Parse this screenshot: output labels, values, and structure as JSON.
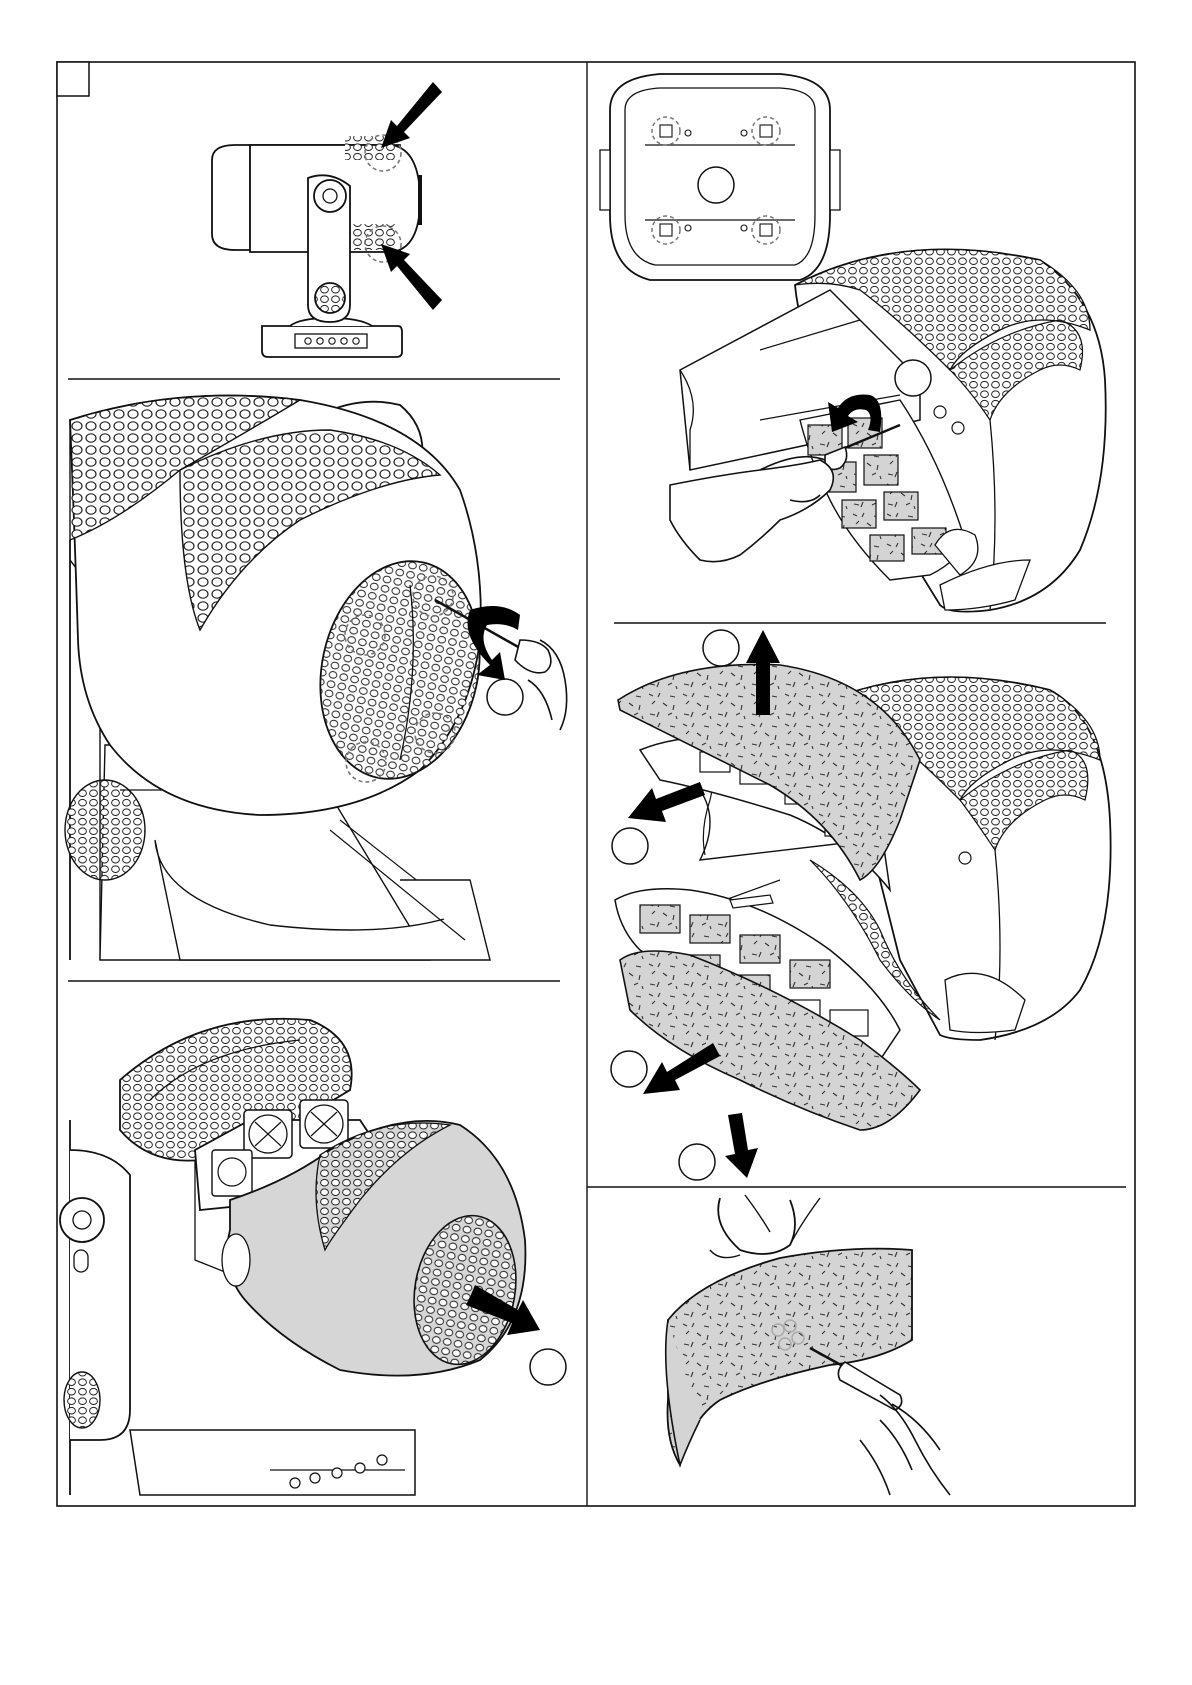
{
  "figure": {
    "corner_tab": "",
    "colors": {
      "line": "#1a1a1a",
      "filter": "#d4d4d4",
      "cover": "#d6d6d6",
      "paper": "#ffffff"
    },
    "panels": [
      {
        "id": "p1",
        "label": "",
        "icons": [
          "arrow-icon",
          "arrow-icon"
        ]
      },
      {
        "id": "p2",
        "label": "",
        "icons": [
          "screwdriver-icon"
        ]
      },
      {
        "id": "p3",
        "label": "",
        "icons": [
          "arrow-icon"
        ]
      },
      {
        "id": "p4",
        "label": "",
        "icons": [
          "screwdriver-icon",
          "arrow-icon"
        ]
      },
      {
        "id": "p5",
        "labels": [
          "",
          "",
          "",
          ""
        ],
        "icons": [
          "arrow-icon",
          "arrow-icon",
          "arrow-icon",
          "arrow-icon"
        ]
      },
      {
        "id": "p6",
        "label": "",
        "icons": [
          "air-blower-icon"
        ]
      }
    ]
  }
}
